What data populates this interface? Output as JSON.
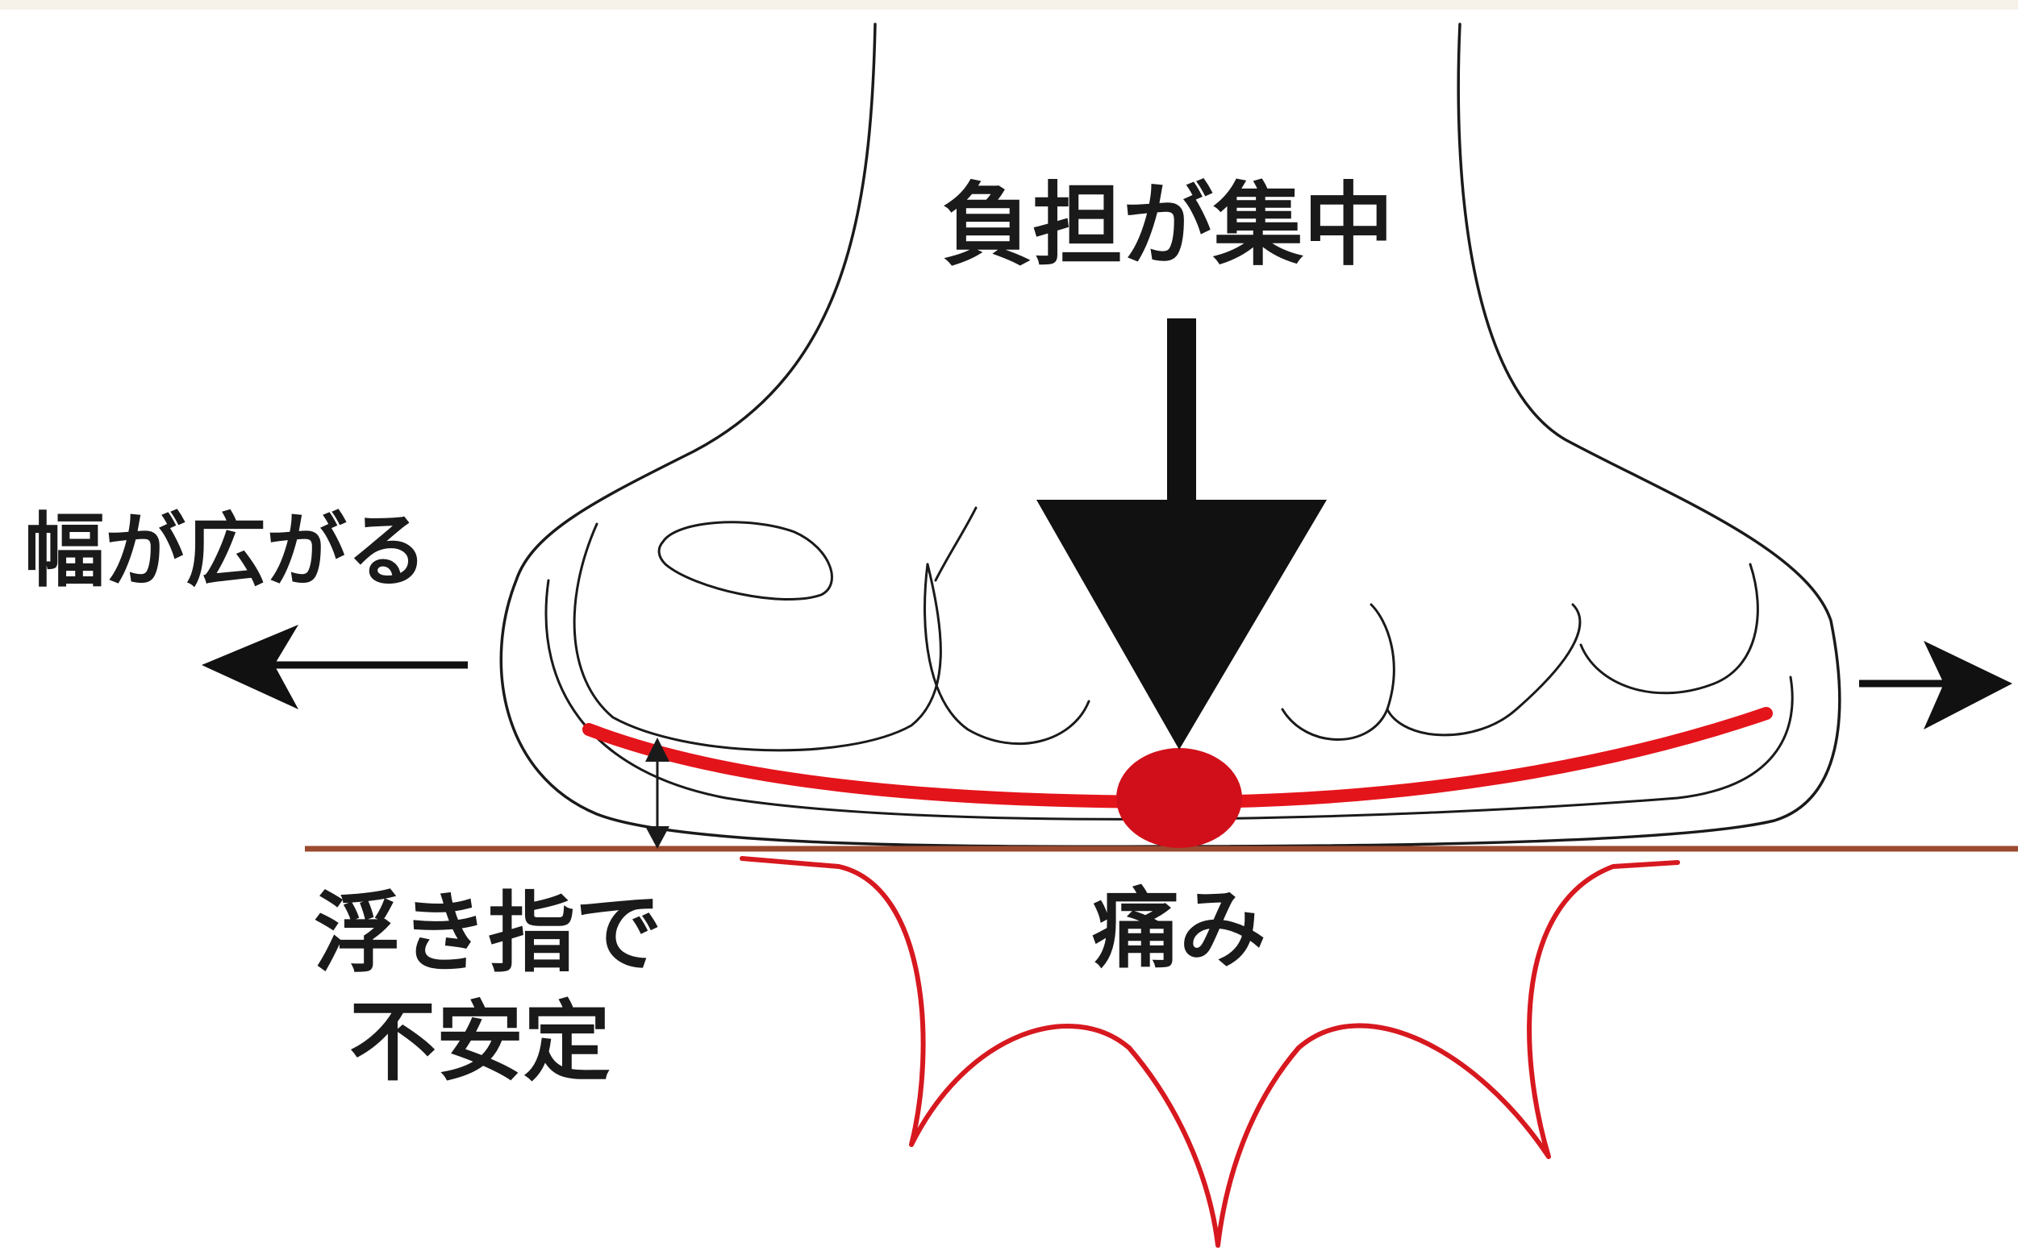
{
  "labels": {
    "load_concentrated": "負担が集中",
    "width_spreads": "幅が広がる",
    "floating_toe_line1": "浮き指で",
    "floating_toe_line2": "不安定",
    "pain": "痛み"
  },
  "colors": {
    "outline": "#1a1a1a",
    "arch_line": "#e4141b",
    "pain_point": "#d10f1a",
    "ground": "#9b4a30",
    "pain_burst": "#d7181f",
    "text": "#1a1a1a"
  }
}
